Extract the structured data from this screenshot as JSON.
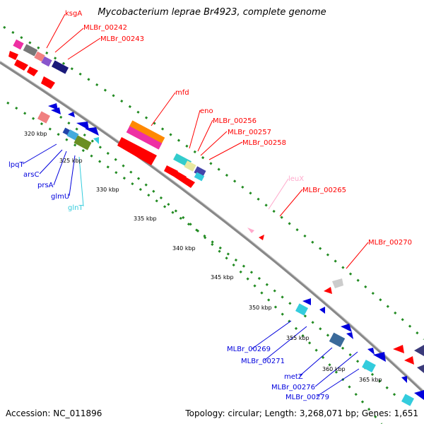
{
  "title": "Mycobacterium leprae Br4923, complete genome",
  "footer": {
    "accession": "Accession: NC_011896",
    "topology": "Topology: circular; Length: 3,268,071 bp; Genes: 1,651"
  },
  "colors": {
    "forward": "#ff0000",
    "reverse": "#0000dd",
    "backbone": "#888888",
    "dotted_track": "#228b22",
    "trna": "#ffaacc",
    "gene_light": "#33cccc"
  },
  "ticks": [
    "320 kbp",
    "325 kbp",
    "330 kbp",
    "335 kbp",
    "340 kbp",
    "345 kbp",
    "350 kbp",
    "355 kbp",
    "360 kbp",
    "365 kbp"
  ],
  "labels_forward": [
    "ksgA",
    "MLBr_00242",
    "MLBr_00243",
    "mfd",
    "eno",
    "MLBr_00256",
    "MLBr_00257",
    "MLBr_00258",
    "leuX",
    "MLBr_00265",
    "MLBr_00270"
  ],
  "labels_reverse": [
    "lpqT",
    "arsC",
    "prsA",
    "glmU",
    "glnT",
    "MLBr_00269",
    "MLBr_00271",
    "metZ",
    "MLBr_00276",
    "MLBr_00279"
  ]
}
